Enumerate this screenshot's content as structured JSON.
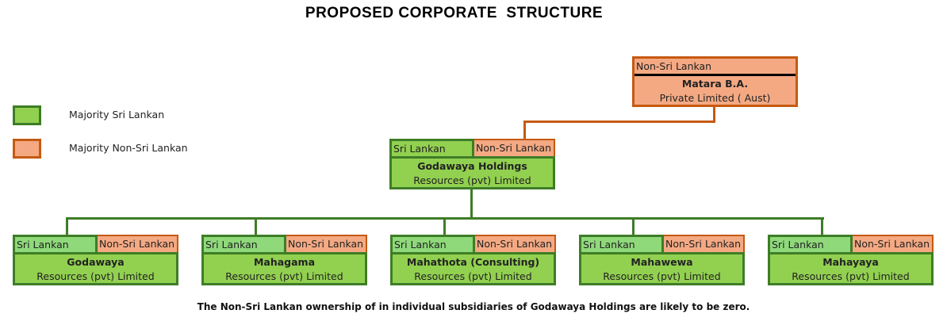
{
  "title": "PROPOSED CORPORATE  STRUCTURE",
  "legend": [
    {
      "label": "Majority Sri Lankan",
      "color": "#92d050"
    },
    {
      "label": "Majority Non-Sri Lankan",
      "color": "#f4a983"
    }
  ],
  "parent": {
    "header": "Non-Sri Lankan",
    "name": "Matara B.A.",
    "desc": "Private Limited ( Aust)"
  },
  "holding": {
    "sl": "Sri Lankan",
    "nsl": "Non-Sri Lankan",
    "name": "Godawaya Holdings",
    "desc": "Resources (pvt) Limited"
  },
  "subs": [
    {
      "sl": "Sri Lankan",
      "nsl": "Non-Sri Lankan",
      "name": "Godawaya",
      "desc": "Resources (pvt) Limited"
    },
    {
      "sl": "Sri Lankan",
      "nsl": "Non-Sri Lankan",
      "name": "Mahagama",
      "desc": "Resources (pvt) Limited"
    },
    {
      "sl": "Sri Lankan",
      "nsl": "Non-Sri Lankan",
      "name": "Mahathota (Consulting)",
      "desc": "Resources (pvt) Limited"
    },
    {
      "sl": "Sri Lankan",
      "nsl": "Non-Sri Lankan",
      "name": "Mahawewa",
      "desc": "Resources (pvt) Limited"
    },
    {
      "sl": "Sri Lankan",
      "nsl": "Non-Sri Lankan",
      "name": "Mahayaya",
      "desc": "Resources (pvt) Limited"
    }
  ],
  "footnote": "The Non-Sri Lankan ownership of in individual subsidiaries of Godawaya Holdings are likely to be zero."
}
